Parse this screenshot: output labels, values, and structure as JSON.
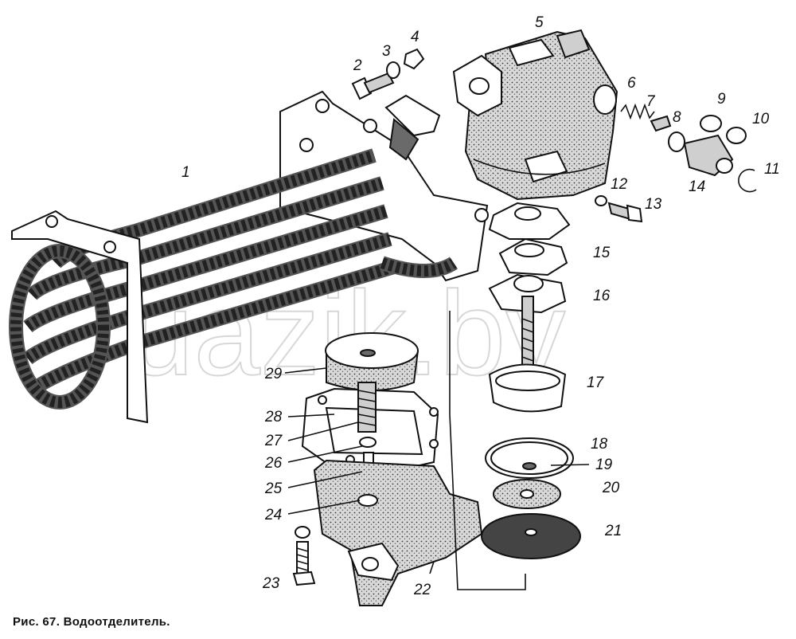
{
  "figure": {
    "caption": "Рис. 67. Водоотделитель.",
    "watermark": "uazik.by",
    "callouts": [
      "1",
      "2",
      "3",
      "4",
      "5",
      "6",
      "7",
      "8",
      "9",
      "10",
      "11",
      "12",
      "13",
      "14",
      "15",
      "16",
      "17",
      "18",
      "19",
      "20",
      "21",
      "22",
      "23",
      "24",
      "25",
      "26",
      "27",
      "28",
      "29"
    ]
  }
}
